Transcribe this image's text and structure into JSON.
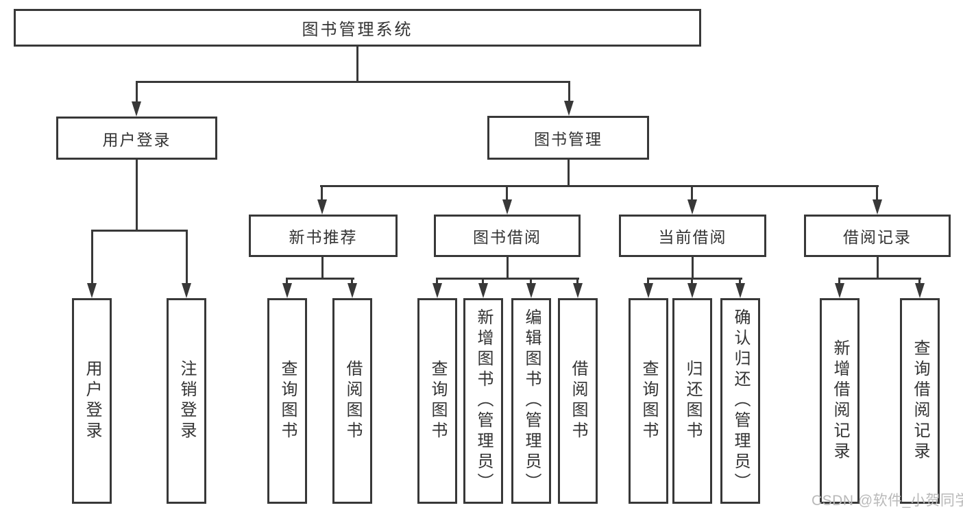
{
  "diagram": {
    "root": {
      "label": "图书管理系统"
    },
    "branches": [
      {
        "label": "用户登录",
        "children": [
          {
            "label": "用户登录"
          },
          {
            "label": "注销登录"
          }
        ]
      },
      {
        "label": "图书管理",
        "children": [
          {
            "label": "新书推荐",
            "children": [
              {
                "label": "查询图书"
              },
              {
                "label": "借阅图书"
              }
            ]
          },
          {
            "label": "图书借阅",
            "children": [
              {
                "label": "查询图书"
              },
              {
                "label": "新增图书（管理员）"
              },
              {
                "label": "编辑图书（管理员）"
              },
              {
                "label": "借阅图书"
              }
            ]
          },
          {
            "label": "当前借阅",
            "children": [
              {
                "label": "查询图书"
              },
              {
                "label": "归还图书"
              },
              {
                "label": "确认归还（管理员）"
              }
            ]
          },
          {
            "label": "借阅记录",
            "children": [
              {
                "label": "新增借阅记录"
              },
              {
                "label": "查询借阅记录"
              }
            ]
          }
        ]
      }
    ]
  },
  "watermark": {
    "text": "CSDN @软件_小贺同学"
  },
  "colors": {
    "stroke": "#383838",
    "text": "#333333",
    "background": "#ffffff",
    "watermark": "#b9b9b9"
  }
}
